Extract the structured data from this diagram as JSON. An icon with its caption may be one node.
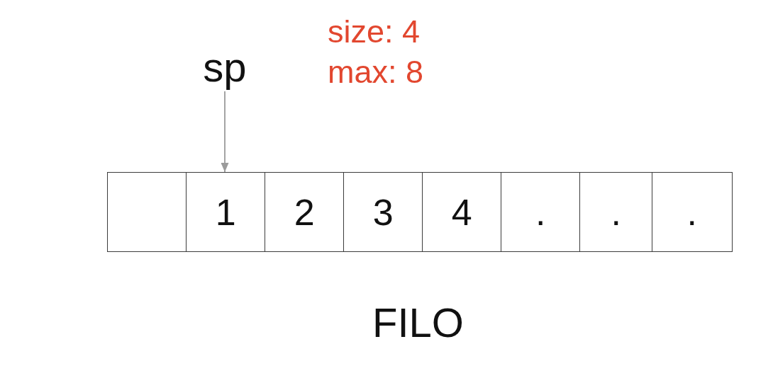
{
  "diagram": {
    "nodes": [
      {
        "text": [
          "sp"
        ]
      },
      {
        "text": [],
        "shape": "box"
      },
      {
        "text": [
          "1"
        ]
      },
      {
        "text": [
          "2"
        ]
      },
      {
        "text": [
          "3"
        ]
      },
      {
        "text": [
          "4"
        ]
      },
      {
        "text": [
          "."
        ]
      },
      {
        "text": [
          "."
        ]
      },
      {
        "text": [
          "."
        ]
      }
    ],
    "edges": [
      {
        "from": 0,
        "to": 2,
        "arrow": "to"
      }
    ],
    "labels": [
      "size: 4",
      "max: 8",
      "FILO"
    ]
  }
}
